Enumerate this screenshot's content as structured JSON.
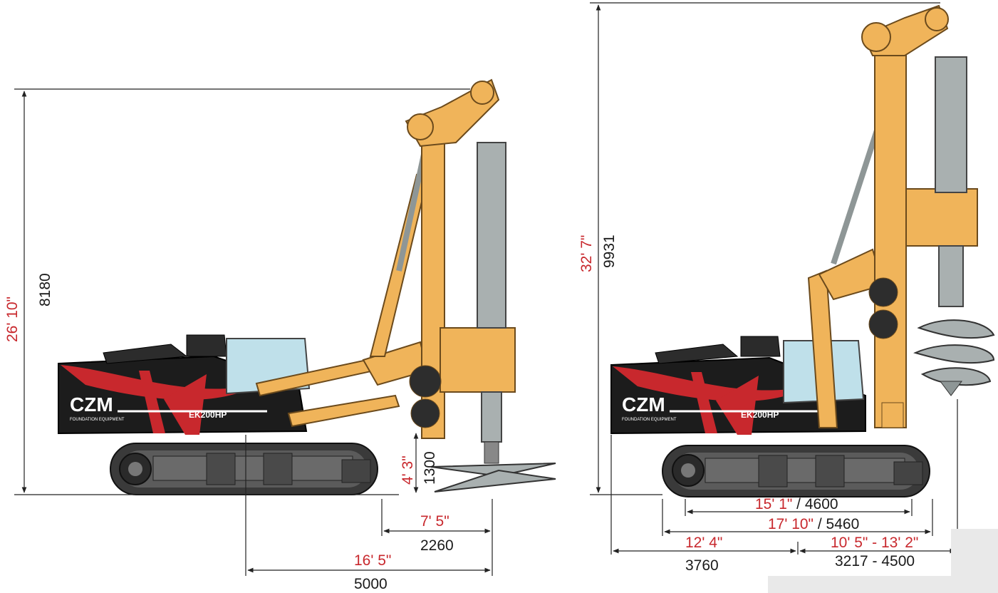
{
  "colors": {
    "boom": "#f0b45a",
    "boom_outline": "#6b4a1c",
    "body_black": "#1c1c1c",
    "graphic_red": "#c8282d",
    "mast_grey": "#a9b0b0",
    "glass": "#bfe0ea",
    "track": "#3a3a3a",
    "imperial_text": "#c8282d",
    "metric_text": "#1a1a1a"
  },
  "branding": {
    "logo": "CZM",
    "tagline": "FOUNDATION EQUIPMENT",
    "model": "EK200HP"
  },
  "left_view": {
    "height": {
      "imperial": "26' 10\"",
      "metric": "8180"
    },
    "ground_clearance": {
      "imperial": "4' 3\"",
      "metric": "1300"
    },
    "reach_front": {
      "imperial": "7' 5\"",
      "metric": "2260"
    },
    "reach_total": {
      "imperial": "16' 5\"",
      "metric": "5000"
    }
  },
  "right_view": {
    "height": {
      "imperial": "32' 7\"",
      "metric": "9931"
    },
    "track_contact": {
      "imperial": "15' 1\"",
      "separator": " / ",
      "metric": "4600"
    },
    "track_length": {
      "imperial": "17' 10\"",
      "separator": " / ",
      "metric": "5460"
    },
    "rear_to_pivot": {
      "imperial": "12' 4\"",
      "metric": "3760"
    },
    "pivot_to_tool": {
      "imperial": "10' 5\" - 13' 2\"",
      "metric": "3217 - 4500"
    }
  }
}
